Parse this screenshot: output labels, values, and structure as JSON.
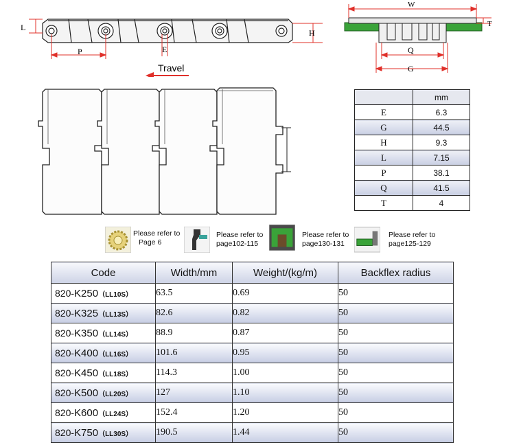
{
  "diagram": {
    "side_labels": {
      "L": "L",
      "P": "P",
      "E": "E",
      "H": "H"
    },
    "cross_labels": {
      "W": "W",
      "Q": "Q",
      "G": "G",
      "T": "T"
    },
    "travel": "Travel"
  },
  "dimension_table": {
    "unit_header": "mm",
    "rows": [
      {
        "key": "E",
        "value": "6.3"
      },
      {
        "key": "G",
        "value": "44.5"
      },
      {
        "key": "H",
        "value": "9.3"
      },
      {
        "key": "L",
        "value": "7.15"
      },
      {
        "key": "P",
        "value": "38.1"
      },
      {
        "key": "Q",
        "value": "41.5"
      },
      {
        "key": "T",
        "value": "4"
      }
    ]
  },
  "references": [
    {
      "line1": "Please refer to",
      "line2": "Page 6",
      "icon": "sprocket-icon"
    },
    {
      "line1": "Please refer to",
      "line2": "page102-115",
      "icon": "bracket-icon"
    },
    {
      "line1": "Please refer to",
      "line2": "page130-131",
      "icon": "wearstrip-icon"
    },
    {
      "line1": "Please refer to",
      "line2": "page125-129",
      "icon": "guide-rail-icon"
    }
  ],
  "code_table": {
    "headers": [
      "Code",
      "Width/mm",
      "Weight/(kg/m)",
      "Backflex radius"
    ],
    "rows": [
      {
        "prefix": "820-",
        "model": "K250",
        "suffix": "（LL10S）",
        "width": "63.5",
        "weight": "0.69",
        "radius": "50"
      },
      {
        "prefix": "820-",
        "model": "K325",
        "suffix": "（LL13S）",
        "width": "82.6",
        "weight": "0.82",
        "radius": "50"
      },
      {
        "prefix": "820-",
        "model": "K350",
        "suffix": "（LL14S）",
        "width": "88.9",
        "weight": "0.87",
        "radius": "50"
      },
      {
        "prefix": "820-",
        "model": "K400",
        "suffix": "（LL16S）",
        "width": "101.6",
        "weight": "0.95",
        "radius": "50"
      },
      {
        "prefix": "820-",
        "model": "K450",
        "suffix": "（LL18S）",
        "width": "114.3",
        "weight": "1.00",
        "radius": "50"
      },
      {
        "prefix": "820-",
        "model": "K500",
        "suffix": "（LL20S）",
        "width": "127",
        "weight": "1.10",
        "radius": "50"
      },
      {
        "prefix": "820-",
        "model": "K600",
        "suffix": "（LL24S）",
        "width": "152.4",
        "weight": "1.20",
        "radius": "50"
      },
      {
        "prefix": "820-",
        "model": "K750",
        "suffix": "（LL30S）",
        "width": "190.5",
        "weight": "1.44",
        "radius": "50"
      }
    ]
  }
}
